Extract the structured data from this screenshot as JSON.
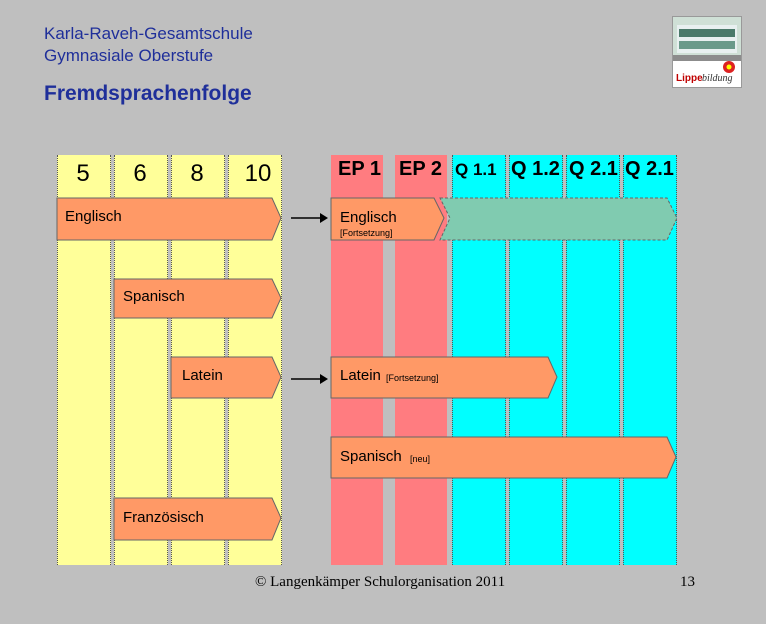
{
  "header": {
    "school": "Karla-Raveh-Gesamtschule",
    "subtitle": "Gymnasiale Oberstufe",
    "title": "Fremdsprachenfolge"
  },
  "logo": {
    "text_lippe": "Lippe",
    "text_bildung": "bildung"
  },
  "grades": [
    "5",
    "6",
    "8",
    "10"
  ],
  "phases": [
    "EP 1",
    "EP 2",
    "Q 1.1",
    "Q 1.2",
    "Q 2.1",
    "Q 2.1"
  ],
  "languages": {
    "englisch_sek1": "Englisch",
    "englisch_sek2": "Englisch",
    "englisch_sek2_note": "[Fortsetzung]",
    "spanisch_sek1": "Spanisch",
    "latein_sek1": "Latein",
    "latein_sek2": "Latein",
    "latein_sek2_note": "[Fortsetzung]",
    "spanisch_sek2": "Spanisch",
    "spanisch_sek2_note": "[neu]",
    "franzoesisch_sek1": "Französisch"
  },
  "colors": {
    "background": "#bfbfbf",
    "yellow_columns": "#ffff99",
    "ep_columns": "#ff7c80",
    "q_columns": "#00ffff",
    "arrow_fill": "#ff9966",
    "continuation_fill": "#80cbb0",
    "title_color": "#1f2f9a"
  },
  "footer": {
    "copyright": "© Langenkämper Schulorganisation 2011",
    "page_number": "13"
  }
}
